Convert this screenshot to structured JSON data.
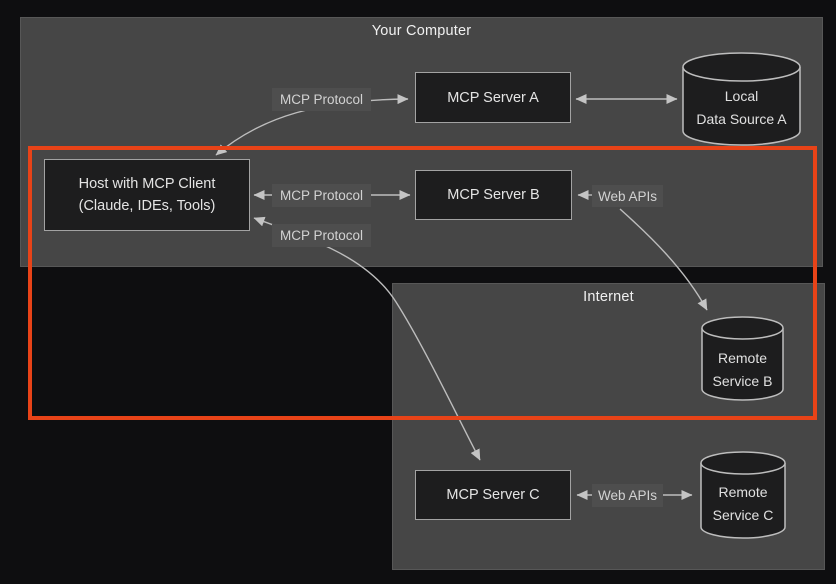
{
  "diagram": {
    "containers": {
      "your_computer": {
        "label": "Your Computer"
      },
      "internet": {
        "label": "Internet"
      }
    },
    "nodes": {
      "host": {
        "line1": "Host with MCP Client",
        "line2": "(Claude, IDEs, Tools)"
      },
      "mcp_server_a": {
        "label": "MCP Server A"
      },
      "mcp_server_b": {
        "label": "MCP Server B"
      },
      "mcp_server_c": {
        "label": "MCP Server C"
      },
      "local_data_source_a": {
        "line1": "Local",
        "line2": "Data Source A"
      },
      "remote_service_b": {
        "line1": "Remote",
        "line2": "Service B"
      },
      "remote_service_c": {
        "line1": "Remote",
        "line2": "Service C"
      }
    },
    "edge_labels": {
      "mcp_protocol_host_server_a": "MCP Protocol",
      "mcp_protocol_host_server_b": "MCP Protocol",
      "mcp_protocol_host_server_c": "MCP Protocol",
      "web_apis_server_b": "Web APIs",
      "web_apis_server_c": "Web APIs"
    },
    "colors": {
      "background": "#0e0e10",
      "container_fill": "#464646",
      "node_fill": "#1d1d1e",
      "node_border": "#a3a3a3",
      "arrow": "#bdbdbd",
      "label_pill_fill": "#4e4e4e",
      "highlight": "#e84318"
    }
  }
}
